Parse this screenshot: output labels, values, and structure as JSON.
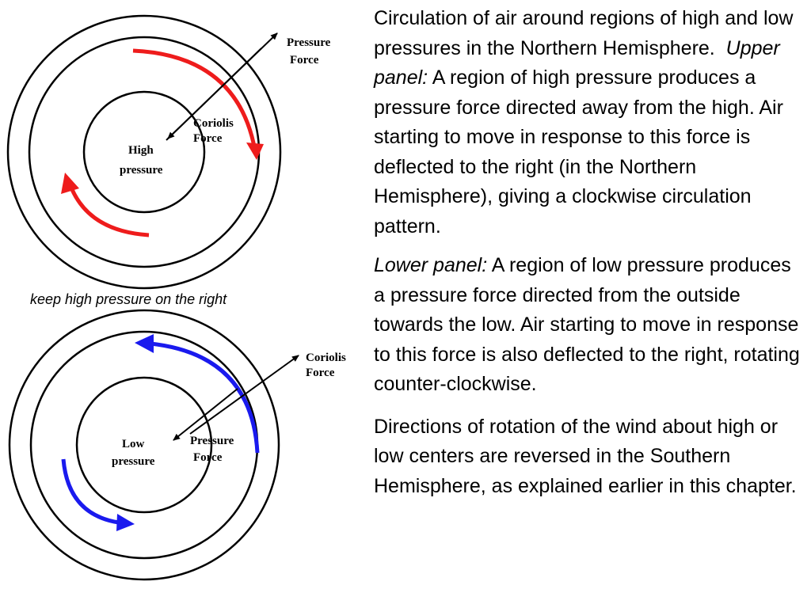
{
  "diagram": {
    "upper": {
      "center_label_line1": "High",
      "center_label_line2": "pressure",
      "pressure_label_line1": "Pressure",
      "pressure_label_line2": "Force",
      "coriolis_label_line1": "Coriolis",
      "coriolis_label_line2": "Force",
      "flow_color": "#ee1c1c",
      "rotation": "clockwise"
    },
    "lower": {
      "center_label_line1": "Low",
      "center_label_line2": "pressure",
      "coriolis_label_line1": "Coriolis",
      "coriolis_label_line2": "Force",
      "pressure_label_line1": "Pressure",
      "pressure_label_line2": "Force",
      "flow_color": "#1a1aee",
      "rotation": "counter-clockwise"
    }
  },
  "caption": "keep high pressure on the right",
  "text": {
    "para1_intro": "Circulation of air around regions of high and low pressures in the Northern Hemisphere.",
    "para1_label": "Upper panel:",
    "para1_body": "A region of high pressure produces a pressure force directed away from the high.  Air starting to move in response to this force is deflected to the right (in the Northern Hemisphere), giving a clockwise circulation pattern.",
    "para2_label": "Lower panel:",
    "para2_body": "A region of low pressure produces a pressure force directed from the outside towards the low. Air starting to move in response to this force is also deflected to the right, rotating counter-clockwise.",
    "para3": "Directions of rotation of the wind about high or low centers are reversed in the Southern Hemisphere, as explained earlier in this chapter."
  }
}
